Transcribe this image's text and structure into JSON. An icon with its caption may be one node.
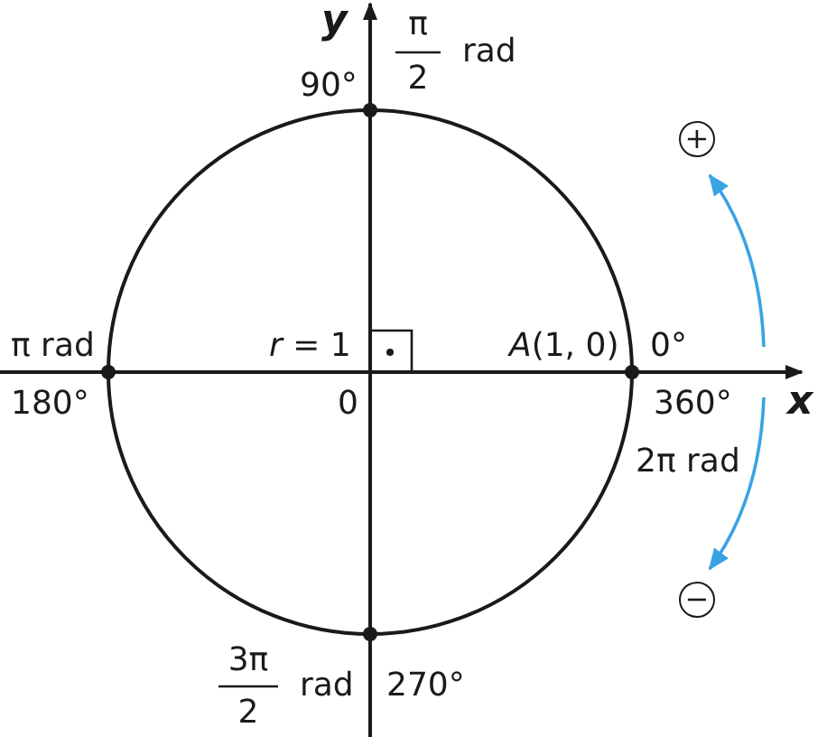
{
  "diagram": {
    "labels": [
      "y",
      "π",
      "2",
      "rad",
      "90°",
      "π rad",
      "*r* = 1",
      "*A*(1, 0)",
      "0°",
      "180°",
      "0",
      "360°",
      "x",
      "2π rad",
      "3π",
      "2",
      "rad",
      "270°",
      "+",
      "−"
    ]
  }
}
